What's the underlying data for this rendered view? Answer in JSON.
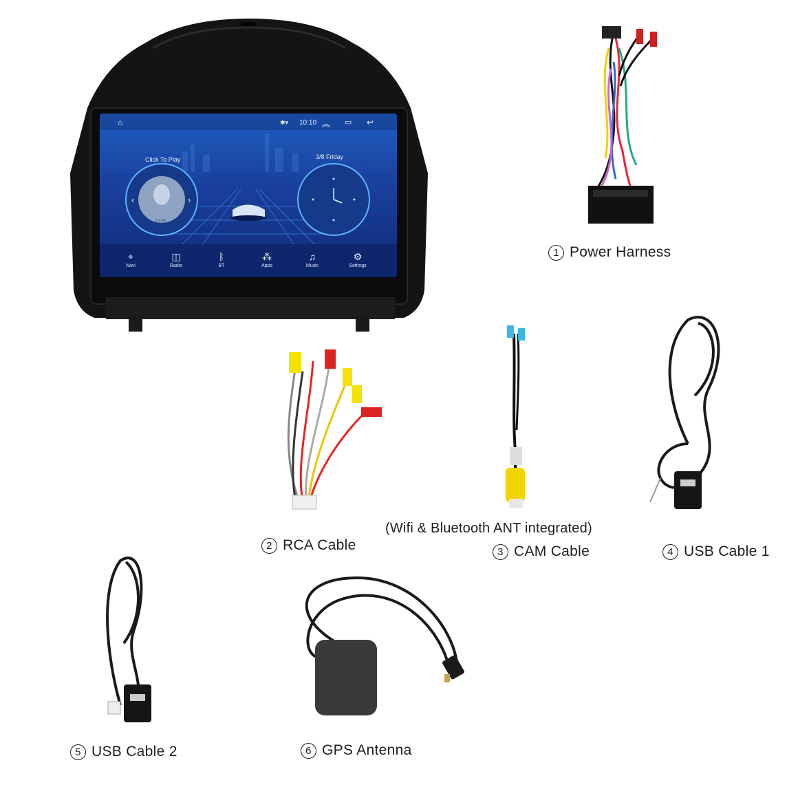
{
  "head_unit": {
    "status_time": "10:10",
    "click_to_play": "Click To Play",
    "date": "3/8 Friday",
    "album_text": "ADB",
    "dock": [
      {
        "label": "Navi",
        "icon": "location-pin-icon"
      },
      {
        "label": "Radio",
        "icon": "radio-icon"
      },
      {
        "label": "BT",
        "icon": "bluetooth-icon"
      },
      {
        "label": "Apps",
        "icon": "apps-grid-icon"
      },
      {
        "label": "Music",
        "icon": "music-note-icon"
      },
      {
        "label": "Settings",
        "icon": "gear-icon"
      }
    ]
  },
  "items": [
    {
      "num": "1",
      "label": "Power Harness"
    },
    {
      "num": "2",
      "label": "RCA Cable"
    },
    {
      "num": "3",
      "label": "CAM Cable"
    },
    {
      "num": "4",
      "label": "USB Cable 1"
    },
    {
      "num": "5",
      "label": "USB Cable 2"
    },
    {
      "num": "6",
      "label": "GPS Antenna"
    }
  ],
  "cam_note": "(Wifi & Bluetooth ANT integrated)"
}
